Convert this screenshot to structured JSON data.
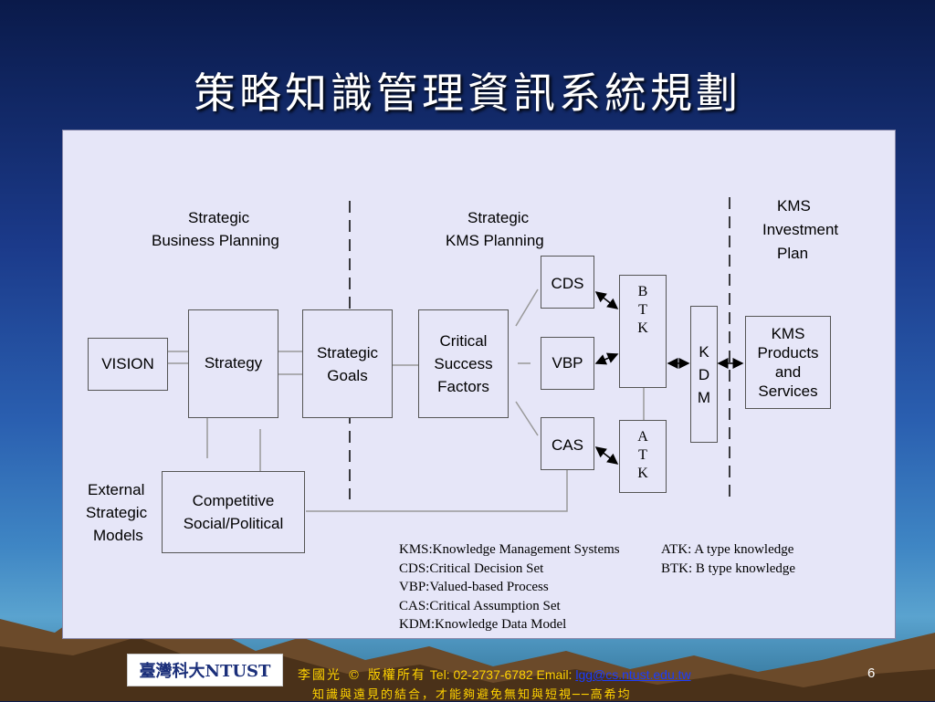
{
  "slide": {
    "title": "策略知識管理資訊系統規劃",
    "page_number": "6"
  },
  "headers": {
    "sbp_line1": "Strategic",
    "sbp_line2": "Business Planning",
    "skp_line1": "Strategic",
    "skp_line2": "KMS Planning",
    "kip_line1": "KMS",
    "kip_line2": "Investment",
    "kip_line3": "Plan"
  },
  "boxes": {
    "vision": "VISION",
    "strategy": "Strategy",
    "strategic_goals_line1": "Strategic",
    "strategic_goals_line2": "Goals",
    "csf_line1": "Critical",
    "csf_line2": "Success",
    "csf_line3": "Factors",
    "cds": "CDS",
    "vbp": "VBP",
    "cas": "CAS",
    "btk": "B\nT\nK",
    "atk": "A\nT\nK",
    "kdm_line1": "K",
    "kdm_line2": "D",
    "kdm_line3": "M",
    "kms_line1": "KMS",
    "kms_line2": "Products",
    "kms_line3": "and",
    "kms_line4": "Services",
    "ext_line1": "External",
    "ext_line2": "Strategic",
    "ext_line3": "Models",
    "comp_line1": "Competitive",
    "comp_line2": "Social/Political"
  },
  "legend": {
    "kms": "KMS:Knowledge Management Systems",
    "cds": "CDS:Critical Decision Set",
    "vbp": "VBP:Valued-based Process",
    "cas": "CAS:Critical Assumption Set",
    "kdm": "KDM:Knowledge Data Model",
    "atk": "ATK: A type knowledge",
    "btk": "BTK: B type knowledge"
  },
  "footer": {
    "logo_text": "臺灣科大NTUST",
    "author": "李國光 © 版權所有",
    "tel": "Tel: 02-2737-6782  Email:",
    "email": "lgg@cs.ntust.edu.tw",
    "motto": "知識與遠見的結合，才能夠避免無知與短視──高希均"
  },
  "colors": {
    "panel_bg": "#e6e6f8",
    "title": "#ffffff",
    "footer_text": "#ffd200",
    "link": "#1a3cff"
  }
}
